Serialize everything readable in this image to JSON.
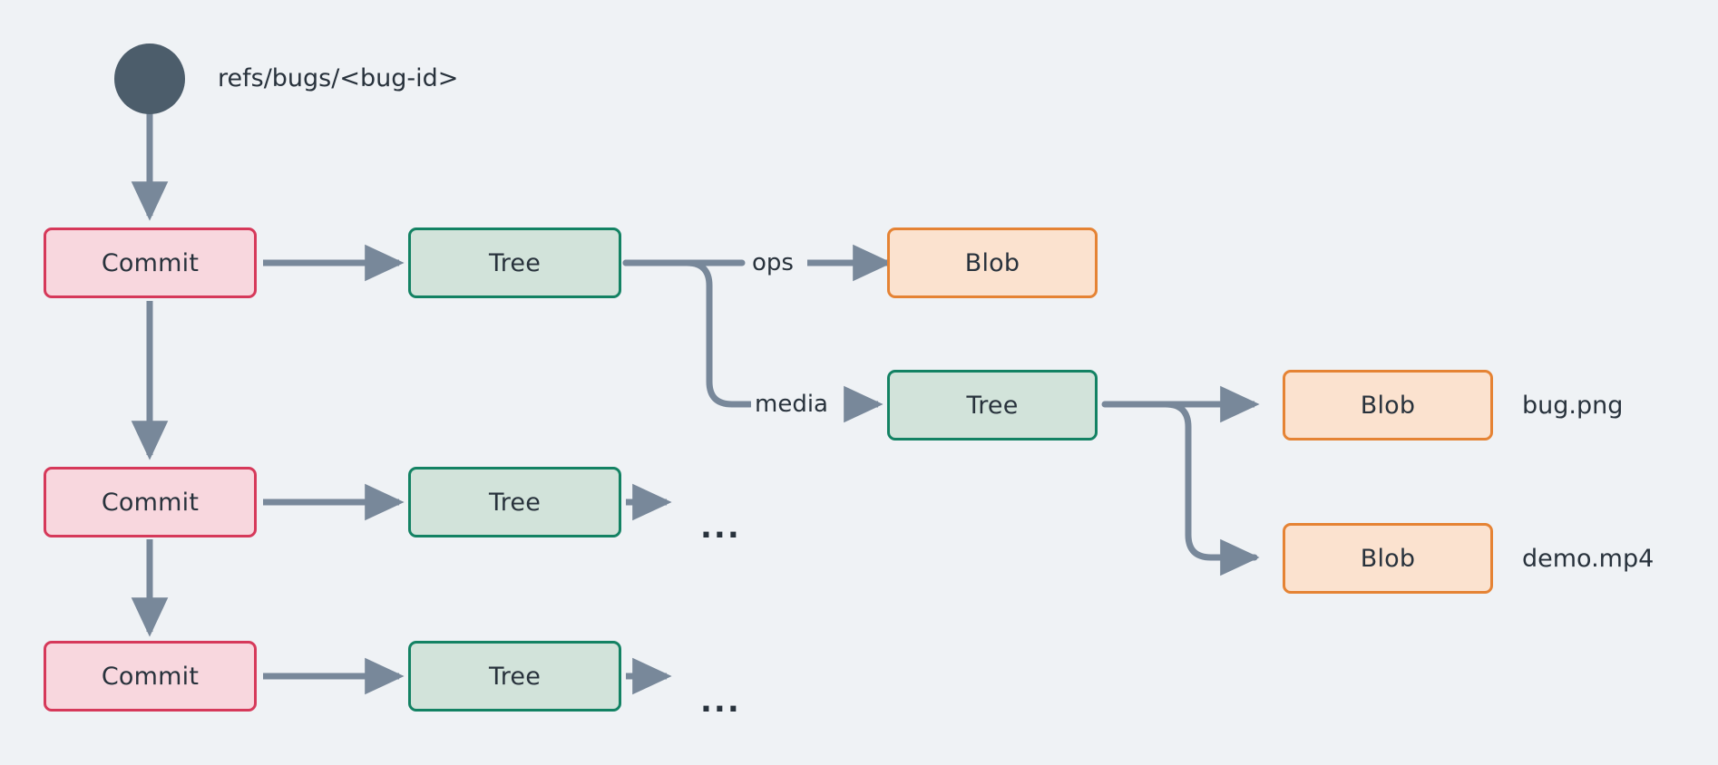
{
  "diagram": {
    "type": "git-object-graph",
    "background_color": "#eff2f5",
    "palette": {
      "commit_fill": "#f8d7de",
      "commit_border": "#d6395a",
      "tree_fill": "#d2e3da",
      "tree_border": "#138263",
      "blob_fill": "#fbe2cf",
      "blob_border": "#e58334",
      "edge_color": "#78889a",
      "ref_dot_color": "#4c5d6b",
      "text_color": "#28323c"
    },
    "ref": {
      "label": "refs/bugs/<bug-id>",
      "dot_name": "ref-pointer-dot"
    },
    "nodes": {
      "commit_1": "Commit",
      "commit_2": "Commit",
      "commit_3": "Commit",
      "tree_1": "Tree",
      "tree_2": "Tree",
      "tree_3": "Tree",
      "tree_media": "Tree",
      "blob_ops": "Blob",
      "blob_bug_png": "Blob",
      "blob_demo_mp4": "Blob"
    },
    "edge_labels": {
      "ops": "ops",
      "media": "media"
    },
    "file_labels": {
      "bug_png": "bug.png",
      "demo_mp4": "demo.mp4"
    },
    "ellipsis": {
      "tree_2": "...",
      "tree_3": "..."
    }
  }
}
